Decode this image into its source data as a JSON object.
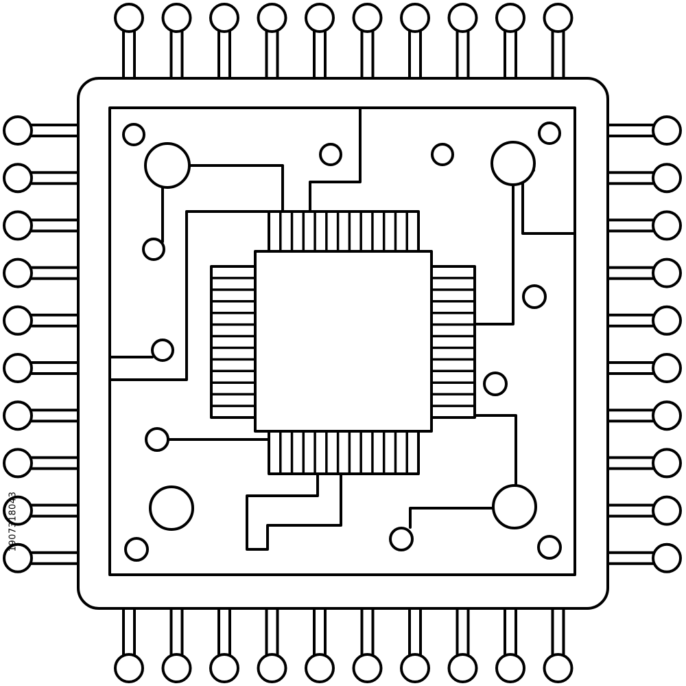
{
  "illustration": {
    "subject": "microchip-outline",
    "stroke_color": "#000000",
    "fill_color": "#ffffff",
    "outer_pins_per_side": 10,
    "inner_pins_per_side": 13
  },
  "stock_id": "1907318043"
}
